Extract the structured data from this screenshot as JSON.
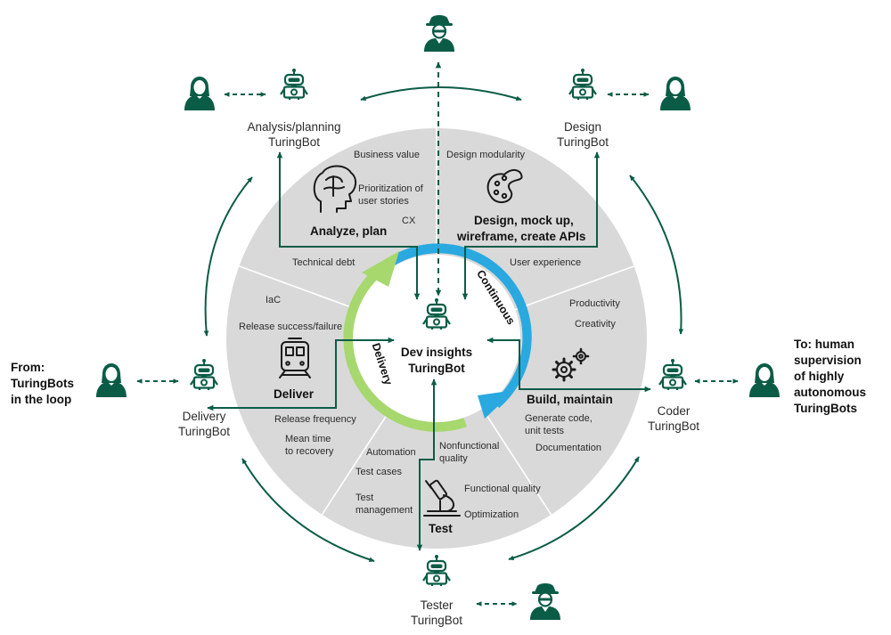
{
  "colors": {
    "green": "#0b5c46",
    "wheel": "#d9d9d9",
    "ring_blue": "#29a9e0",
    "ring_green": "#a6d86e"
  },
  "icons": {
    "robot": "robot-icon",
    "human": "human-icon",
    "brain": "brain-icon",
    "palette": "palette-icon",
    "train": "train-icon",
    "gears": "gears-icon",
    "microscope": "microscope-icon"
  },
  "center": {
    "line1": "Dev insights",
    "line2": "TuringBot"
  },
  "ring": {
    "continuous": "Continuous",
    "delivery": "Delivery"
  },
  "bots": {
    "analysis": {
      "line1": "Analysis/planning",
      "line2": "TuringBot"
    },
    "design": {
      "line1": "Design",
      "line2": "TuringBot"
    },
    "delivery": {
      "line1": "Delivery",
      "line2": "TuringBot"
    },
    "coder": {
      "line1": "Coder",
      "line2": "TuringBot"
    },
    "tester": {
      "line1": "Tester",
      "line2": "TuringBot"
    }
  },
  "side_labels": {
    "from": {
      "line1": "From:",
      "line2": "TuringBots",
      "line3": "in the loop"
    },
    "to": {
      "line1": "To: human",
      "line2": "supervision",
      "line3": "of highly",
      "line4": "autonomous",
      "line5": "TuringBots"
    }
  },
  "sectors": {
    "analyze": {
      "title": "Analyze, plan",
      "items": [
        "Business value",
        "Prioritization of",
        "user stories",
        "CX"
      ]
    },
    "design": {
      "title_line1": "Design, mock up,",
      "title_line2": "wireframe, create APIs",
      "items": [
        "Design modularity",
        "User experience"
      ]
    },
    "build": {
      "title": "Build, maintain",
      "items": [
        "Productivity",
        "Creativity",
        "Generate code,",
        "unit tests",
        "Documentation"
      ]
    },
    "test": {
      "title": "Test",
      "items": [
        "Nonfunctional",
        "quality",
        "Functional quality",
        "Optimization",
        "Automation",
        "Test cases",
        "Test",
        "management"
      ]
    },
    "deliver": {
      "title": "Deliver",
      "items": [
        "Technical debt",
        "IaC",
        "Release success/failure",
        "Release frequency",
        "Mean time",
        "to recovery"
      ]
    }
  }
}
